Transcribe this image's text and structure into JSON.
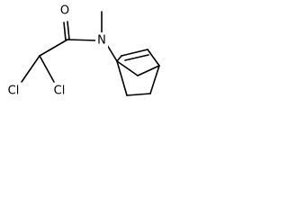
{
  "molecule": {
    "atoms": {
      "oxygen": "O",
      "nitrogen": "N",
      "chlorine_left": "Cl",
      "chlorine_right": "Cl"
    }
  }
}
